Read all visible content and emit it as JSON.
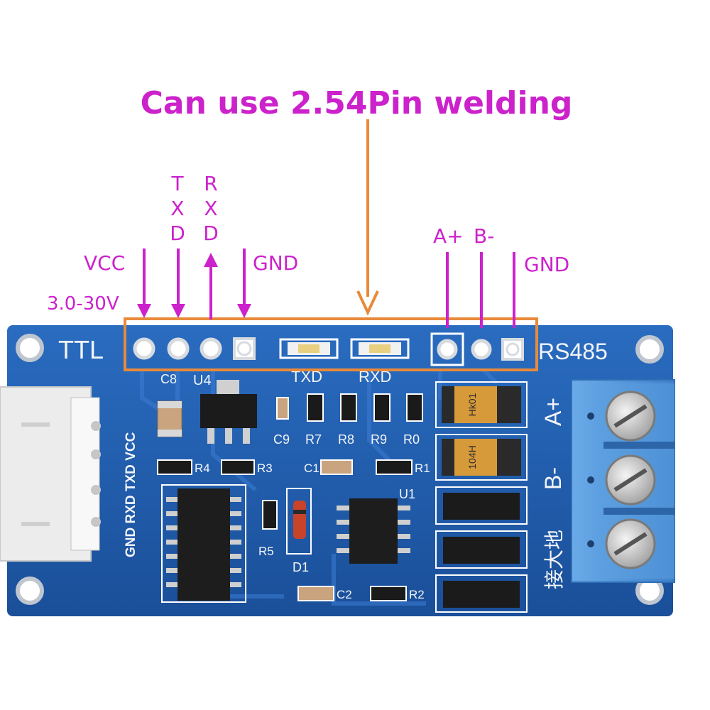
{
  "caption": "Can use 2.54Pin welding",
  "pins_left": {
    "vcc": "VCC",
    "voltage": "3.0-30V",
    "txd": [
      "T",
      "X",
      "D"
    ],
    "rxd": [
      "R",
      "X",
      "D"
    ],
    "gnd": "GND"
  },
  "pins_right": {
    "a_plus": "A+",
    "b_minus": "B-",
    "gnd": "GND"
  },
  "silkscreen": {
    "ttl": "TTL",
    "rs485": "RS485",
    "header_side": "GND RXD TXD VCC",
    "txd": "TXD",
    "rxd": "RXD",
    "c8": "C8",
    "u4": "U4",
    "c9": "C9",
    "r7": "R7",
    "r8": "R8",
    "r9": "R9",
    "r0": "R0",
    "r4": "R4",
    "r3": "R3",
    "c1": "C1",
    "r1": "R1",
    "u1": "U1",
    "r5": "R5",
    "d1": "D1",
    "c2": "C2",
    "r2": "R2",
    "a_plus": "A+",
    "b_minus": "B-",
    "ground_cn": "接大地",
    "fuse_top": "Hk01",
    "fuse_bottom": "104H"
  },
  "colors": {
    "annotation": "#cc22cc",
    "highlight": "#e88a3a",
    "board": "#1f5fb0",
    "terminal": "#4a90d6"
  }
}
